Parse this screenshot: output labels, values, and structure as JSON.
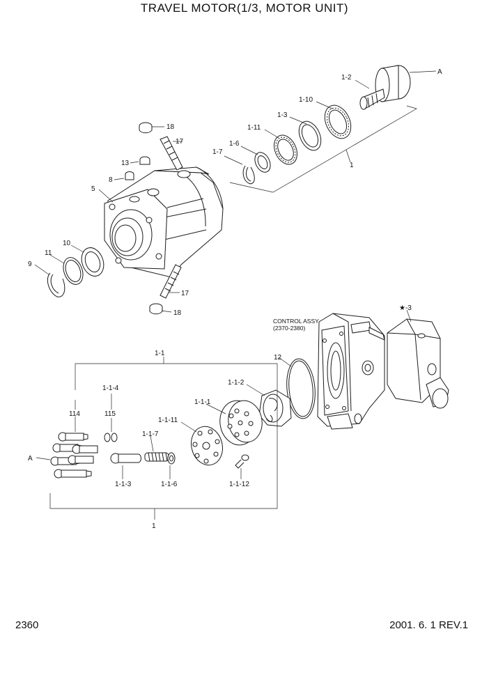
{
  "title": "TRAVEL MOTOR(1/3, MOTOR UNIT)",
  "footer": {
    "page": "2360",
    "revision": "2001. 6. 1 REV.1"
  },
  "control_assy": {
    "line1": "CONTROL ASSY",
    "line2": "(2370-2380)"
  },
  "callouts": [
    {
      "id": "c-A-top",
      "text": "A"
    },
    {
      "id": "c-1-2",
      "text": "1-2"
    },
    {
      "id": "c-1-10",
      "text": "1-10"
    },
    {
      "id": "c-1-3",
      "text": "1-3"
    },
    {
      "id": "c-1-11",
      "text": "1-11"
    },
    {
      "id": "c-1-6",
      "text": "1-6"
    },
    {
      "id": "c-1-7",
      "text": "1-7"
    },
    {
      "id": "c-1-top",
      "text": "1"
    },
    {
      "id": "c-18-top",
      "text": "18"
    },
    {
      "id": "c-17-top",
      "text": "17"
    },
    {
      "id": "c-13",
      "text": "13"
    },
    {
      "id": "c-8",
      "text": "8"
    },
    {
      "id": "c-5",
      "text": "5"
    },
    {
      "id": "c-10",
      "text": "10"
    },
    {
      "id": "c-11",
      "text": "11"
    },
    {
      "id": "c-9",
      "text": "9"
    },
    {
      "id": "c-17-bot",
      "text": "17"
    },
    {
      "id": "c-18-bot",
      "text": "18"
    },
    {
      "id": "c-star-3",
      "text": "★-3"
    },
    {
      "id": "c-12",
      "text": "12"
    },
    {
      "id": "c-1-1",
      "text": "1-1"
    },
    {
      "id": "c-1-1-2",
      "text": "1-1-2"
    },
    {
      "id": "c-1-1-4",
      "text": "1-1-4"
    },
    {
      "id": "c-1-1-1",
      "text": "1-1-1"
    },
    {
      "id": "c-114",
      "text": "114"
    },
    {
      "id": "c-115",
      "text": "115"
    },
    {
      "id": "c-1-1-11",
      "text": "1-1-11"
    },
    {
      "id": "c-1-1-7",
      "text": "1-1-7"
    },
    {
      "id": "c-A-bot",
      "text": "A"
    },
    {
      "id": "c-1-1-3",
      "text": "1-1-3"
    },
    {
      "id": "c-1-1-6",
      "text": "1-1-6"
    },
    {
      "id": "c-1-1-12",
      "text": "1-1-12"
    },
    {
      "id": "c-1-bot",
      "text": "1"
    }
  ]
}
